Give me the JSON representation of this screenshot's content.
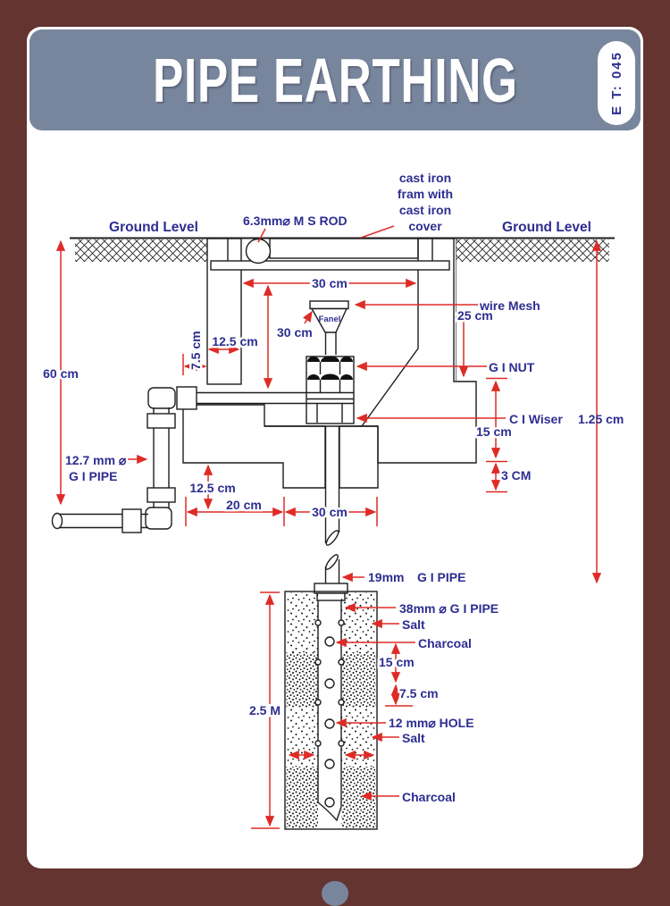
{
  "header": {
    "title": "PIPE EARTHING",
    "code": "E T: 045"
  },
  "colors": {
    "background": "#643430",
    "panel": "#ffffff",
    "header_band": "#78869d",
    "label_navy": "#2d2d91",
    "dimension_red": "#de2b26",
    "linework": "#1d1d1d"
  },
  "diagram": {
    "ground_level_left": "Ground Level",
    "ground_level_right": "Ground Level",
    "ms_rod": "6.3mm⌀ M S ROD",
    "cast_iron_l1": "cast iron",
    "cast_iron_l2": "fram with",
    "cast_iron_l3": "cast iron",
    "cast_iron_l4": "cover",
    "wire_mesh": "wire Mesh",
    "dim_25cm": "25 cm",
    "funnel": "Fanel",
    "dim_30cm_funnel": "30 cm",
    "dim_30cm_chamber": "30 cm",
    "dim_7_5cm_wall": "7.5 cm",
    "dim_12_5cm_wall": "12.5 cm",
    "dim_60cm": "60 cm",
    "gi_nut": "G I NUT",
    "ci_wiser": "C I Wiser",
    "ci_wiser_val": "1.25 cm",
    "dim_15cm_chamber": "15 cm",
    "dim_3cm": "3 CM",
    "pipe_12_7": "12.7 mm ⌀",
    "pipe_12_7_b": "G I PIPE",
    "dim_12_5cm_lower": "12.5 cm",
    "dim_20cm": "20 cm",
    "dim_30cm_bottom": "30 cm",
    "pipe_19mm": "19mm",
    "pipe_19mm_b": "G I PIPE",
    "pipe_38mm": "38mm ⌀ G I PIPE",
    "salt_upper": "Salt",
    "charcoal_upper": "Charcoal",
    "dim_15cm_pit": "15 cm",
    "dim_7_5cm_pit": "7.5 cm",
    "hole_12mm": "12 mm⌀ HOLE",
    "salt_lower": "Salt",
    "dim_2_5m": "2.5 M",
    "charcoal_lower": "Charcoal"
  }
}
